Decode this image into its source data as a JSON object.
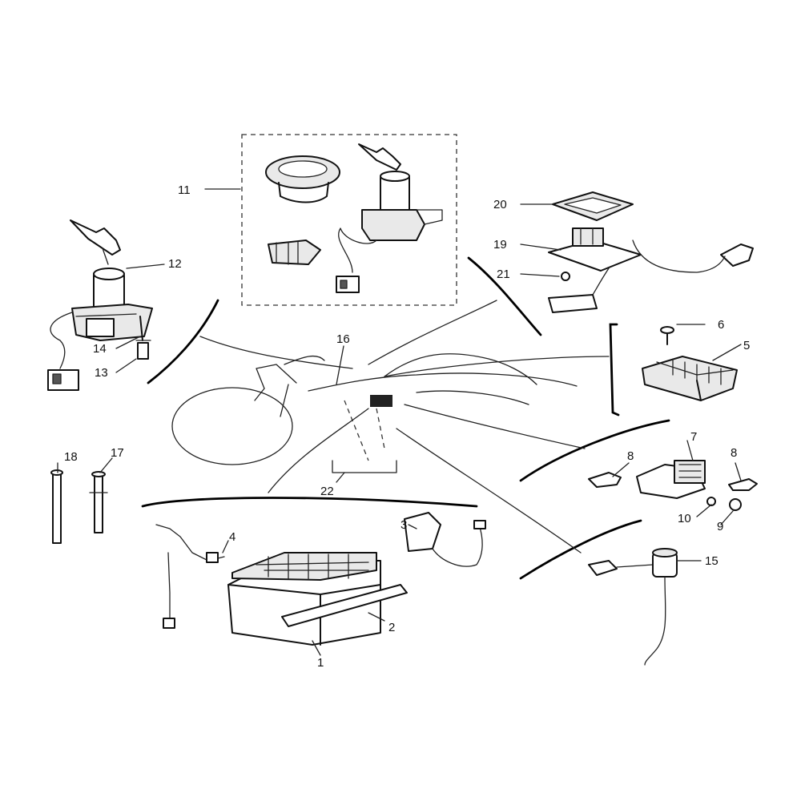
{
  "callouts": [
    {
      "id": "c1",
      "label": "1"
    },
    {
      "id": "c2",
      "label": "2"
    },
    {
      "id": "c3",
      "label": "3"
    },
    {
      "id": "c4",
      "label": "4"
    },
    {
      "id": "c5",
      "label": "5"
    },
    {
      "id": "c6",
      "label": "6"
    },
    {
      "id": "c7",
      "label": "7"
    },
    {
      "id": "c8a",
      "label": "8"
    },
    {
      "id": "c8b",
      "label": "8"
    },
    {
      "id": "c9",
      "label": "9"
    },
    {
      "id": "c10",
      "label": "10"
    },
    {
      "id": "c11",
      "label": "11"
    },
    {
      "id": "c12",
      "label": "12"
    },
    {
      "id": "c13",
      "label": "13"
    },
    {
      "id": "c14",
      "label": "14"
    },
    {
      "id": "c15",
      "label": "15"
    },
    {
      "id": "c16",
      "label": "16"
    },
    {
      "id": "c17",
      "label": "17"
    },
    {
      "id": "c18",
      "label": "18"
    },
    {
      "id": "c19",
      "label": "19"
    },
    {
      "id": "c20",
      "label": "20"
    },
    {
      "id": "c21",
      "label": "21"
    },
    {
      "id": "c22",
      "label": "22"
    }
  ]
}
